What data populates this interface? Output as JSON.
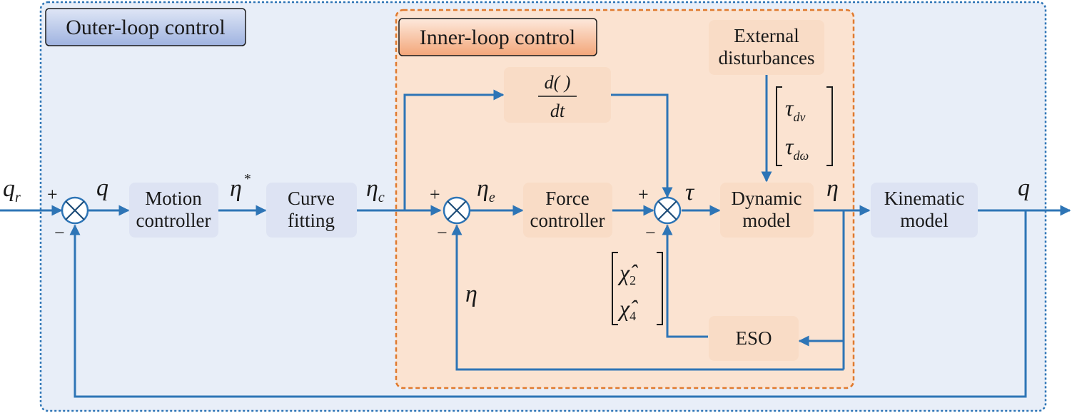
{
  "panels": {
    "outer_title": "Outer-loop control",
    "inner_title": "Inner-loop control"
  },
  "blocks": {
    "motion_controller": [
      "Motion",
      "controller"
    ],
    "curve_fitting": [
      "Curve",
      "fitting"
    ],
    "force_controller": [
      "Force",
      "controller"
    ],
    "dynamic_model": [
      "Dynamic",
      "model"
    ],
    "kinematic_model": [
      "Kinematic",
      "model"
    ],
    "external_disturbances": [
      "External",
      "disturbances"
    ],
    "eso": "ESO",
    "derivative": {
      "numerator": "d( )",
      "denominator": "dt"
    }
  },
  "signals": {
    "q_r": {
      "base": "q",
      "sub": "r"
    },
    "q_after_sum": "q",
    "eta_star": {
      "base": "η",
      "sup": "*"
    },
    "eta_c": {
      "base": "η",
      "sub": "c"
    },
    "eta_e": {
      "base": "η",
      "sub": "e"
    },
    "tau": "τ",
    "eta_out": "η",
    "q_out": "q",
    "eta_feedback": "η",
    "tau_dv": {
      "base": "τ",
      "sub": "dv"
    },
    "tau_domega": {
      "base": "τ",
      "sub": "dω"
    },
    "chi2": {
      "base": "χ̂",
      "sub": "2"
    },
    "chi4": {
      "base": "χ̂",
      "sub": "4"
    }
  },
  "signs": {
    "plus": "+",
    "minus": "−"
  },
  "colors": {
    "outer_panel_fill": "#e8eef8",
    "outer_panel_border": "#2e75b6",
    "inner_panel_fill": "#fbe3d1",
    "inner_panel_border": "#e07a2e",
    "blue_block": "#dde3f3",
    "orange_block": "#f9dcc6",
    "line": "#2e75b6"
  }
}
